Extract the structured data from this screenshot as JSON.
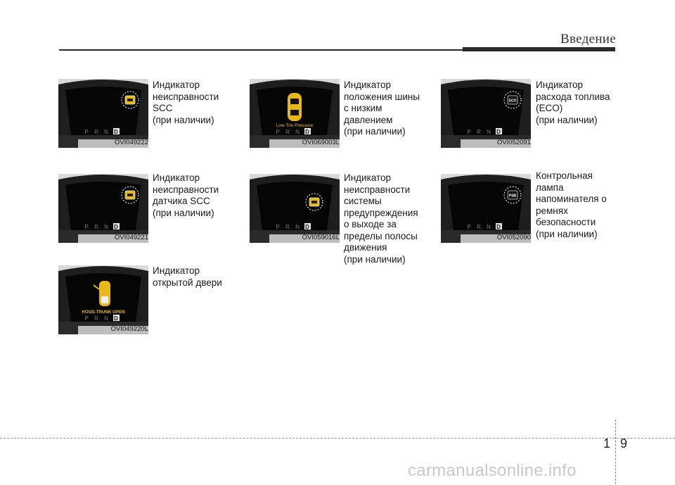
{
  "header": {
    "title": "Введение"
  },
  "items": [
    {
      "code": "OVI049222",
      "lines": [
        "Индикатор",
        "неисправности",
        "SCC",
        "(при наличии)"
      ]
    },
    {
      "code": "OVI069003L",
      "lines": [
        "Индикатор",
        "положения шины",
        "с низким",
        "давлением",
        "(при наличии)"
      ],
      "screen_text": "Low Tire Pressure"
    },
    {
      "code": "OVI052091",
      "lines": [
        "Индикатор",
        "расхода топлива",
        "(ECO)",
        "(при наличии)"
      ],
      "icon_text": "ECO"
    },
    {
      "code": "OVI049221",
      "lines": [
        "Индикатор",
        "неисправности",
        "датчика SCC",
        "(при наличии)"
      ]
    },
    {
      "code": "OVI059016L",
      "lines": [
        "Индикатор",
        "неисправности",
        "системы",
        "предупреждения",
        "о выходе за",
        "пределы полосы",
        "движения",
        "(при наличии)"
      ]
    },
    {
      "code": "OVI052090",
      "lines": [
        "Контрольная",
        "лампа",
        "напоминателя о",
        "ремнях",
        "безопасности",
        "(при наличии)"
      ],
      "icon_text": "PSB"
    },
    {
      "code": "OVI049220L",
      "lines": [
        "Индикатор",
        "открытой двери"
      ],
      "screen_text": "HOOD.TRUNK OPEN"
    }
  ],
  "gear": {
    "p": "P",
    "r": "R",
    "n": "N",
    "d": "D"
  },
  "page": {
    "chapter": "1",
    "number": "9"
  },
  "watermark": "carmanualsonline.info",
  "colors": {
    "indicator_amber": "#e8b818",
    "screen": "#050505",
    "bezel": "#1e1e1e"
  }
}
